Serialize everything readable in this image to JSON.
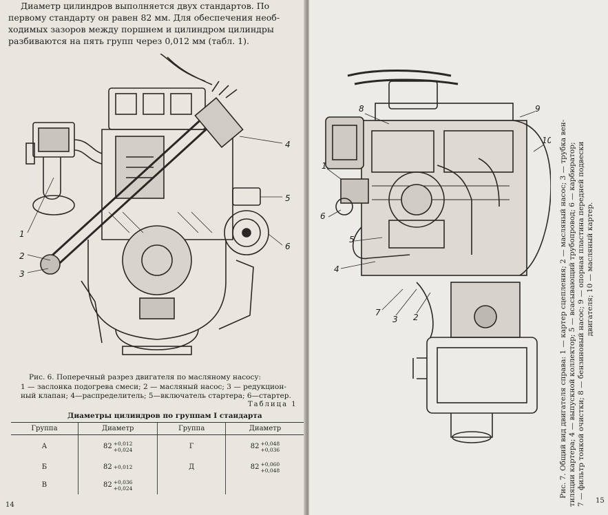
{
  "left_page": {
    "intro_line1": "Диаметр цилиндров выполняется двух стандартов. По",
    "intro_line2": "первому стандарту он равен 82 мм. Для обеспечения необ-",
    "intro_line3": "ходимых зазоров между поршнем и цилиндром цилиндры",
    "intro_line4": "разбиваются на пять групп через 0,012 мм (табл. 1).",
    "figure6_labels": [
      "1",
      "2",
      "3",
      "4",
      "5",
      "6"
    ],
    "caption6_line1": "Рис. 6. Поперечный разрез двигателя по масляному насосу:",
    "caption6_line2": "1 — заслонка подогрева смеси; 2 — масляный насос; 3 — редукцион-",
    "caption6_line3": "ный клапан; 4—распределитель; 5—включатель стартера; 6—стартер.",
    "table_label": "Таблица 1",
    "table_title": "Диаметры цилиндров по группам I стандарта",
    "table": {
      "headers": [
        "Группа",
        "Диаметр",
        "Группа",
        "Диаметр"
      ],
      "rows": [
        {
          "group1": "А",
          "base1": "82",
          "tol1_upper": "+0,012",
          "tol1_lower": "+0,024",
          "group2": "Г",
          "base2": "82",
          "tol2_upper": "+0,048",
          "tol2_lower": "+0,036"
        },
        {
          "group1": "Б",
          "base1": "82",
          "tol1_upper": "+0,012",
          "tol1_lower": "",
          "group2": "Д",
          "base2": "82",
          "tol2_upper": "+0,060",
          "tol2_lower": "+0,048"
        },
        {
          "group1": "В",
          "base1": "82",
          "tol1_upper": "+0,036",
          "tol1_lower": "+0,024",
          "group2": "",
          "base2": "",
          "tol2_upper": "",
          "tol2_lower": ""
        }
      ]
    },
    "page_number": "14"
  },
  "right_page": {
    "figure7_labels": [
      "1",
      "2",
      "3",
      "4",
      "5",
      "6",
      "7",
      "8",
      "9",
      "10"
    ],
    "caption7_line1": "Рис. 7. Общий вид двигателя справа: 1 — картер сцепления; 2 — масляный насос; 3 — трубка вен-",
    "caption7_line2": "тиляции картера; 4 — выпускной коллектор; 5 — всасывающий трубопровод; 6 — карбюратор;",
    "caption7_line3": "7 — фильтр тонкой очистки; 8 — бензиновый насос; 9 — опорная пластина передней подвески",
    "caption7_line4": "двигателя; 10 — масляный картер.",
    "page_number": "15"
  }
}
